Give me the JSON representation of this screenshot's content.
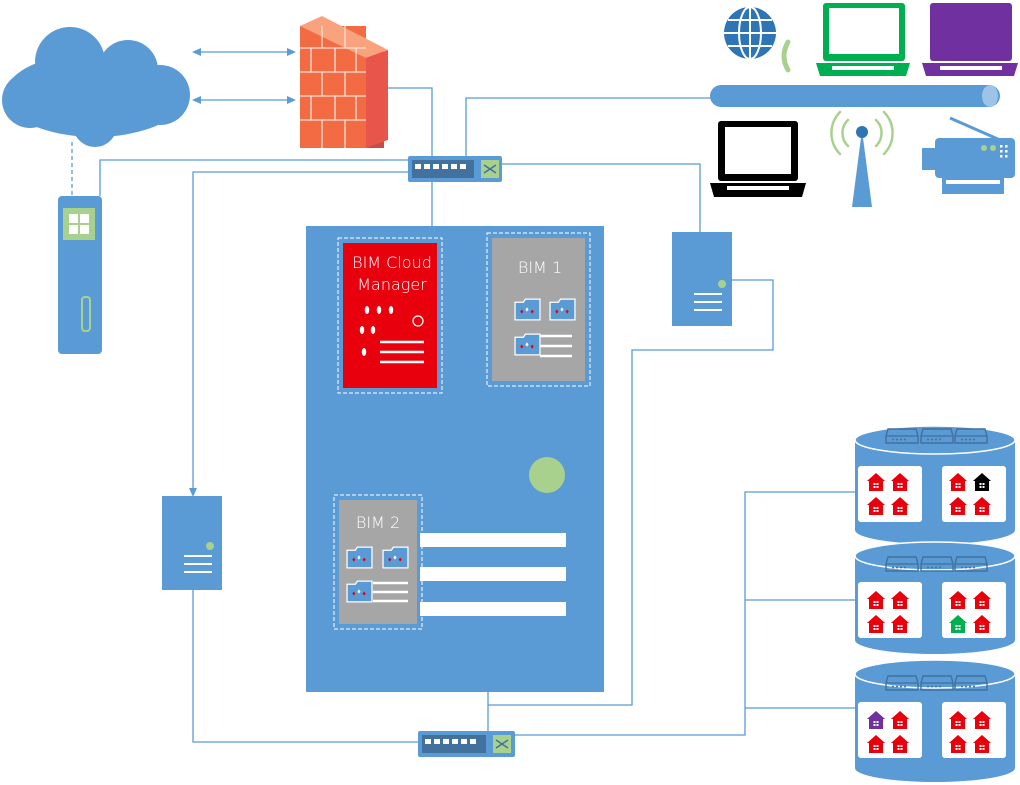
{
  "diagram": {
    "bim_cloud_manager": {
      "line1": "BIM Cloud",
      "line2": "Manager"
    },
    "bim1": {
      "label": "BIM 1"
    },
    "bim2": {
      "label": "BIM 2"
    }
  },
  "colors": {
    "device_blue": "#5b9bd5",
    "device_stroke": "#41719c",
    "manager_red": "#e8000c",
    "vm_gray": "#a6a6a6",
    "accent_green": "#a9d18e",
    "laptop_green": "#00b050",
    "laptop_purple": "#7030a0",
    "house_red": "#e8000c",
    "firewall_orange": "#f26b43"
  },
  "icons": [
    "cloud-icon",
    "firewall-icon",
    "globe-phone-icon",
    "laptop-icon",
    "wireless-tower-icon",
    "fax-printer-icon",
    "network-switch-icon",
    "server-icon",
    "storage-cylinder-icon",
    "house-icon"
  ]
}
